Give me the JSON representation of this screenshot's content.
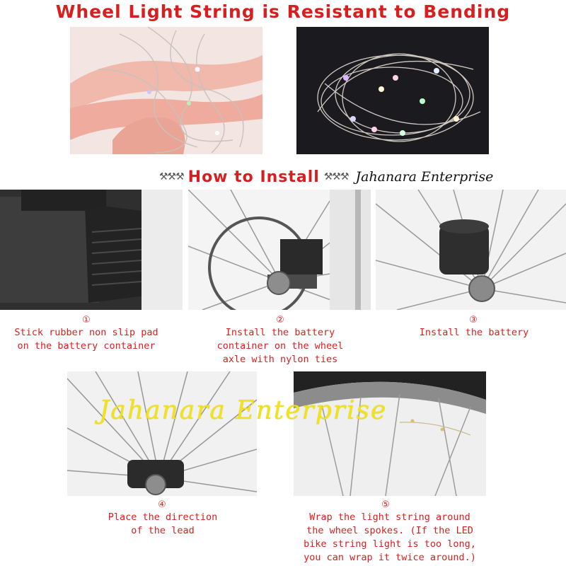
{
  "header": {
    "headline": "Wheel Light String is Resistant to Bending"
  },
  "install_banner": {
    "tools_left": "⚒⚒⚒",
    "title": "How to Install",
    "tools_right": "⚒⚒⚒",
    "brand": "Jahanara Enterprise"
  },
  "steps": [
    {
      "number": "①",
      "caption_lines": [
        "Stick rubber non slip pad",
        "on the battery container"
      ]
    },
    {
      "number": "②",
      "caption_lines": [
        "Install the battery",
        "container on the wheel",
        "axle with nylon ties"
      ]
    },
    {
      "number": "③",
      "caption_lines": [
        "Install the battery"
      ]
    },
    {
      "number": "④",
      "caption_lines": [
        "Place the direction",
        "of the lead"
      ]
    },
    {
      "number": "⑤",
      "caption_lines": [
        "Wrap the light string around",
        "the wheel spokes. (If the LED",
        "bike string light is too long,",
        "you can wrap it twice around.)"
      ]
    }
  ],
  "watermark": "Jahanara Enterprise",
  "colors": {
    "accent": "#d71f1f",
    "watermark": "#f2e21a"
  }
}
